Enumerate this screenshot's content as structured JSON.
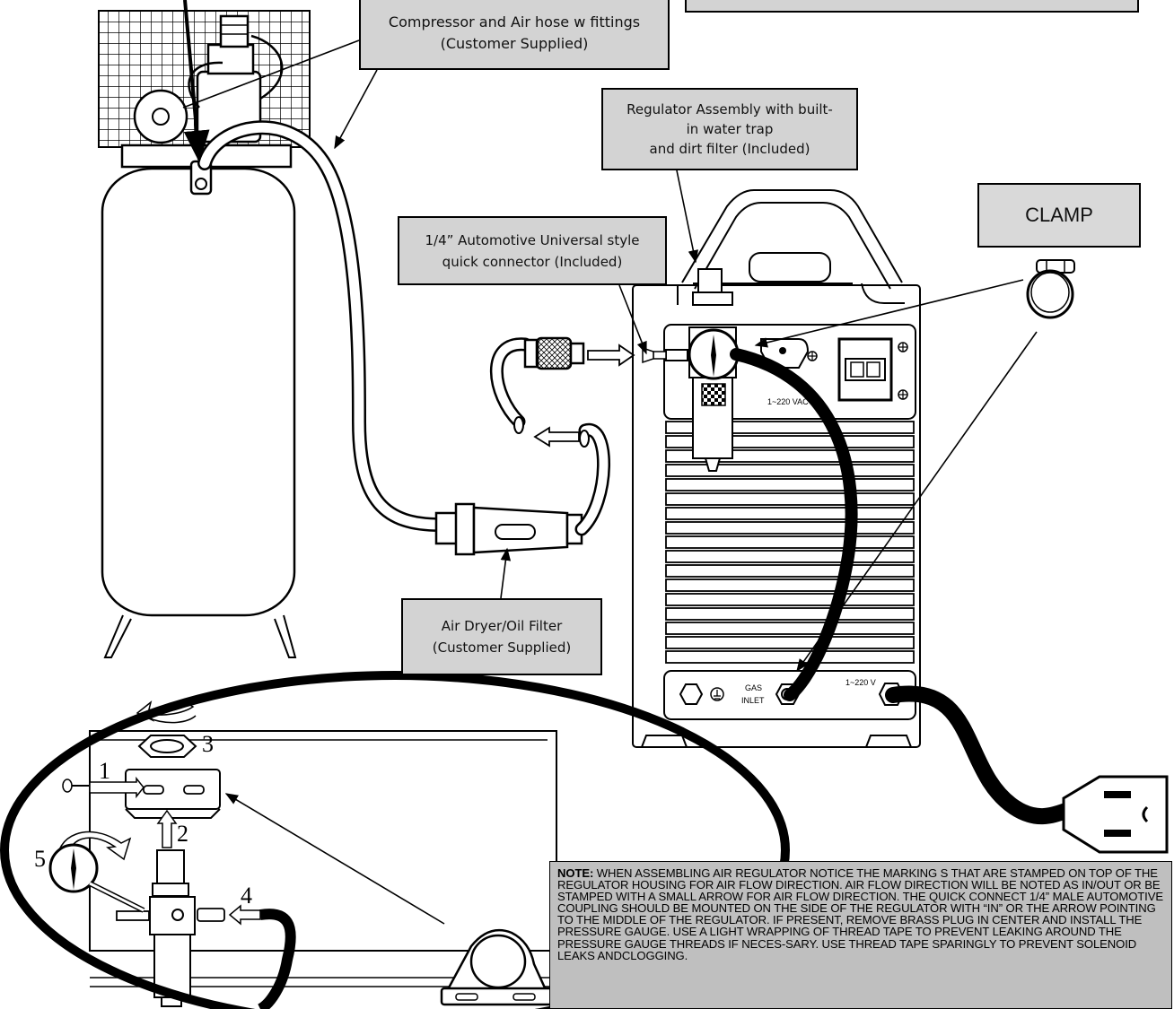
{
  "callouts": {
    "compressor": [
      "Compressor and  Air hose w fittings",
      "(Customer Supplied)"
    ],
    "regulator": [
      "Regulator Assembly with built-",
      "in water trap",
      "and dirt filter (Included)"
    ],
    "quick_connector": [
      "1/4” Automotive Universal style",
      "quick connector (Included)"
    ],
    "dryer": [
      "Air Dryer/Oil Filter",
      "(Customer Supplied)"
    ],
    "clamp": "CLAMP"
  },
  "panel_labels": {
    "vac": "1~220 VAC",
    "gas": "GAS",
    "inlet": "INLET",
    "v220": "1~220 V"
  },
  "steps": [
    "1",
    "2",
    "3",
    "4",
    "5"
  ],
  "note": {
    "label": "NOTE:",
    "text": " WHEN ASSEMBLING AIR REGULATOR NOTICE THE MARKING S THAT ARE STAMPED ON TOP OF THE REGULATOR HOUSING FOR AIR FLOW DIRECTION.  AIR FLOW DIRECTION WILL BE NOTED AS  IN/OUT OR BE STAMPED WITH A SMALL ARROW FOR AIR FLOW DIRECTION. THE QUICK CONNECT 1/4” MALE AUTOMOTIVE COUPLING SHOULD BE MOUNTED ON THE SIDE OF THE REGULATOR WITH “IN” OR THE ARROW POINTING TO THE MIDDLE OF THE REGULATOR. IF PRESENT, REMOVE BRASS PLUG IN CENTER AND INSTALL THE PRESSURE GAUGE.  USE A LIGHT WRAPPING OF THREAD TAPE TO PREVENT LEAKING AROUND THE PRESSURE GAUGE THREADS IF NECES-SARY.  USE THREAD TAPE SPARINGLY TO PREVENT SOLENOID LEAKS ANDCLOGGING."
  }
}
